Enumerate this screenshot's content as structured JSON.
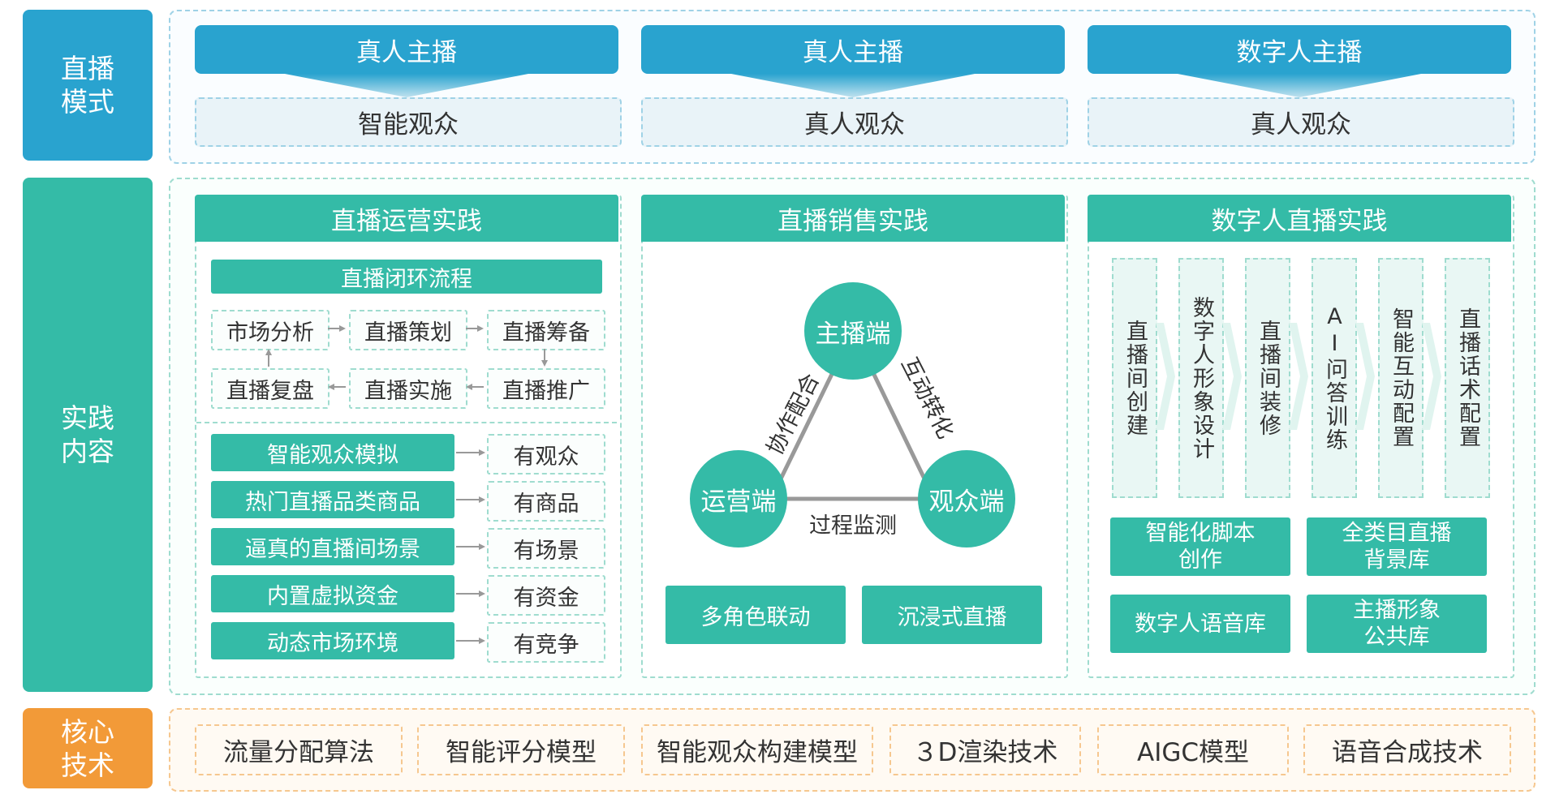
{
  "categories": {
    "mode": "直播\n模式",
    "content": "实践\n内容",
    "tech": "核心\n技术"
  },
  "modes": [
    {
      "anchor": "真人主播",
      "audience": "智能观众"
    },
    {
      "anchor": "真人主播",
      "audience": "真人观众"
    },
    {
      "anchor": "数字人主播",
      "audience": "真人观众"
    }
  ],
  "operations": {
    "title": "直播运营实践",
    "loop_title": "直播闭环流程",
    "loop": [
      "市场分析",
      "直播策划",
      "直播筹备",
      "直播推广",
      "直播实施",
      "直播复盘"
    ],
    "features": [
      {
        "name": "智能观众模拟",
        "result": "有观众"
      },
      {
        "name": "热门直播品类商品",
        "result": "有商品"
      },
      {
        "name": "逼真的直播间场景",
        "result": "有场景"
      },
      {
        "name": "内置虚拟资金",
        "result": "有资金"
      },
      {
        "name": "动态市场环境",
        "result": "有竞争"
      }
    ]
  },
  "sales": {
    "title": "直播销售实践",
    "nodes": {
      "top": "主播端",
      "left": "运营端",
      "right": "观众端"
    },
    "edges": {
      "left": "协作配合",
      "right": "互动转化",
      "bottom": "过程监测"
    },
    "buttons": [
      "多角色联动",
      "沉浸式直播"
    ]
  },
  "digital": {
    "title": "数字人直播实践",
    "steps": [
      "直播间创建",
      "数字人形象设计",
      "直播间装修",
      "AI问答训练",
      "智能互动配置",
      "直播话术配置"
    ],
    "libraries": [
      "智能化脚本\n创作",
      "全类目直播\n背景库",
      "数字人语音库",
      "主播形象\n公共库"
    ]
  },
  "tech_items": [
    "流量分配算法",
    "智能评分模型",
    "智能观众构建模型",
    "３D渲染技术",
    "AIGC模型",
    "语音合成技术"
  ],
  "colors": {
    "blue": "#29a3cf",
    "teal": "#34bba7",
    "orange": "#f29a38"
  }
}
